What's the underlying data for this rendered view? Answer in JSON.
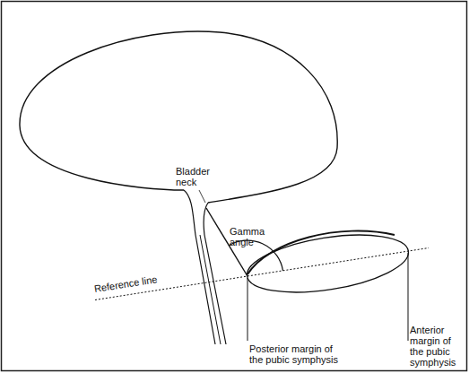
{
  "diagram": {
    "labels": [
      "Bladder neck",
      "Gamma angle",
      "Reference line",
      "Posterior margin of the pubic symphysis",
      "Anterior margin of the pubic symphysis"
    ]
  }
}
